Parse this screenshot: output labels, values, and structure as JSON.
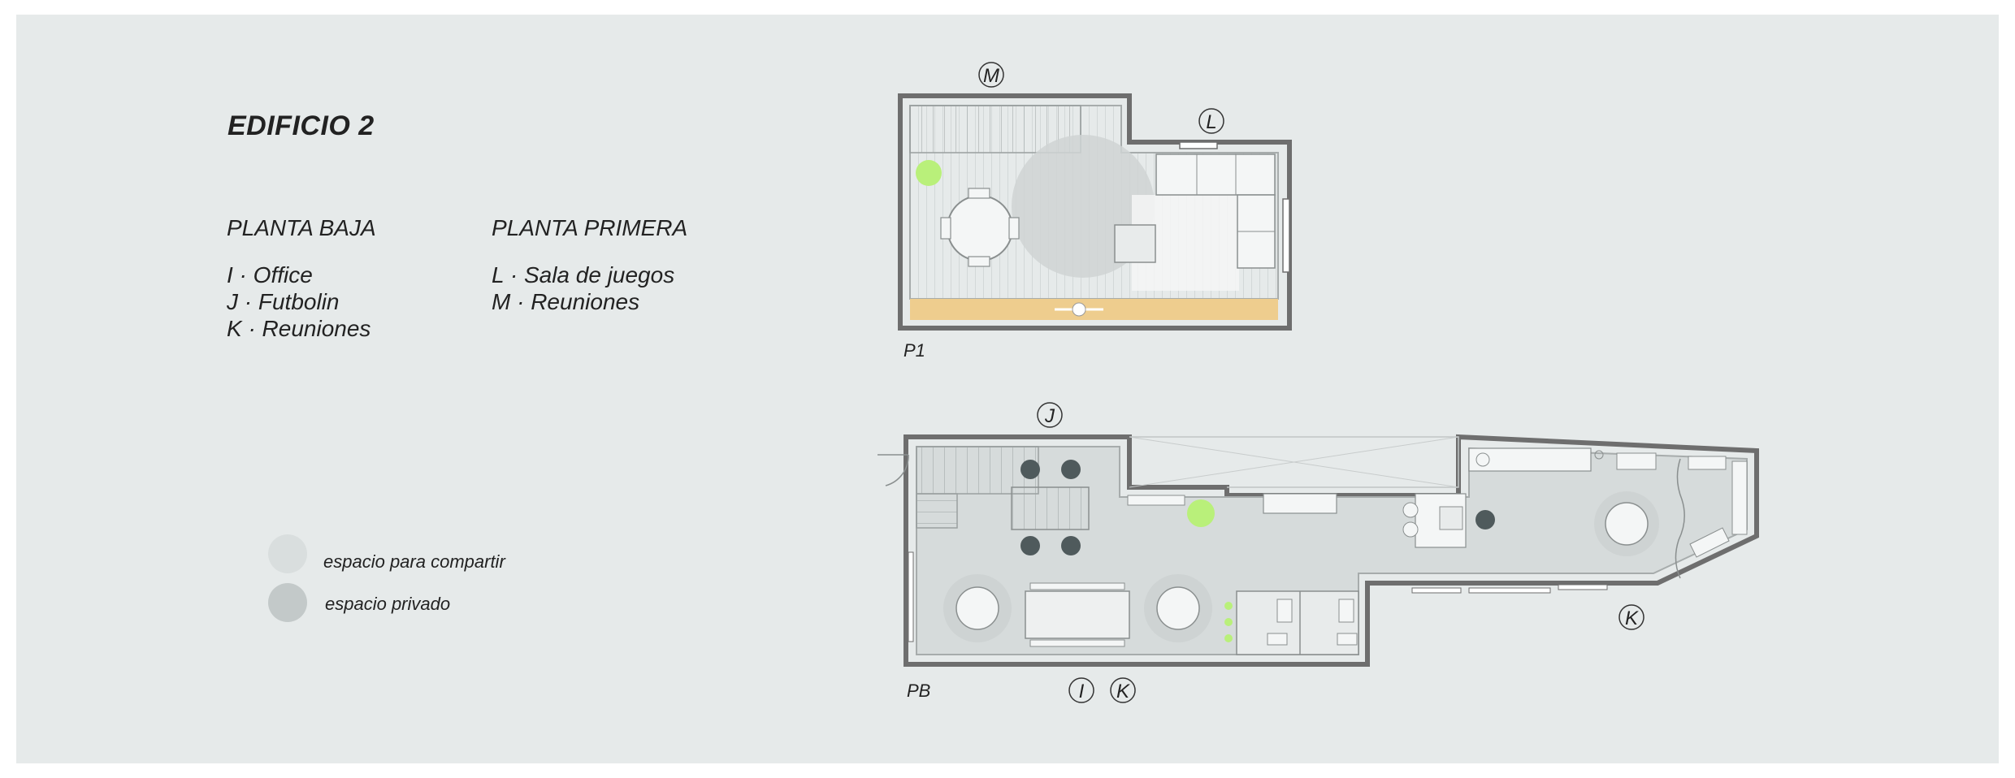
{
  "title": "EDIFICIO 2",
  "ground_floor": {
    "heading": "PLANTA BAJA",
    "items": [
      "I · Office",
      "J · Futbolin",
      "K · Reuniones"
    ]
  },
  "first_floor": {
    "heading": "PLANTA PRIMERA",
    "items": [
      "L · Sala de juegos",
      "M · Reuniones"
    ]
  },
  "legend": [
    {
      "label": "espacio para compartir",
      "color": "#d9dede"
    },
    {
      "label": "espacio privado",
      "color": "#c3c9c9"
    }
  ],
  "plan_labels": {
    "p1": "P1",
    "pb": "PB"
  },
  "markers": {
    "m": "M",
    "l": "L",
    "j": "J",
    "i": "I",
    "k_bottom": "K",
    "k_right": "K"
  },
  "colors": {
    "background": "#e6eaea",
    "wall": "#6e6e6e",
    "wood": "#eecd8e",
    "accent_green": "#b9f07a",
    "furniture": "#f4f6f6",
    "chair_dark": "#4f5a5c"
  }
}
